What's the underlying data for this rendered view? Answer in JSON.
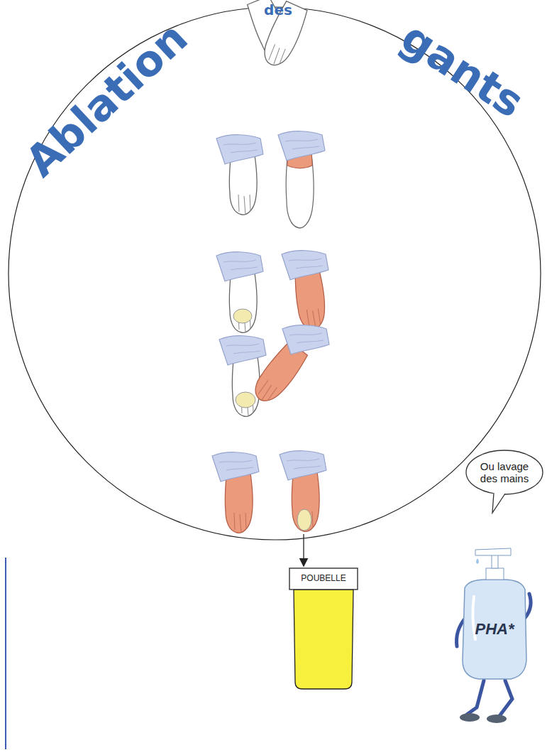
{
  "diagram": {
    "nodes": [
      {
        "text": [
          "Ou lavage des mains"
        ]
      },
      {
        "text": [
          "POUBELLE"
        ]
      },
      {
        "text": [
          "PHA*"
        ]
      }
    ],
    "labels": [
      "Ablation",
      "des",
      "gants"
    ]
  }
}
